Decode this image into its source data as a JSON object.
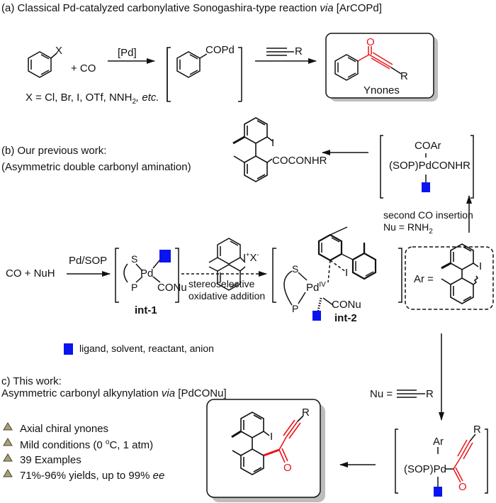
{
  "panel_a": {
    "title": "(a) Classical Pd-catalyzed carbonylative Sonogashira-type reaction ",
    "title_via": "via",
    "title_end": " [ArCOPd]",
    "aryl_substituent": "X",
    "plus_co": "+  CO",
    "catalyst_label": "[Pd]",
    "intermediate_label": "COPd",
    "alkyne_r": "R",
    "product_r": "R",
    "product_o": "O",
    "product_name": "Ynones",
    "x_definition": "X = Cl, Br, I, OTf, NNH",
    "x_def_sub": "2",
    "x_def_etc": ", etc."
  },
  "panel_b": {
    "title_line1": "(b) Our previous work:",
    "title_line2": "(Asymmetric double carbonyl amination)",
    "product_iodo": "I",
    "product_group": "COCONHR",
    "complex_top": "COAr",
    "complex_main": "(SOP)PdCONHR",
    "step_label_1": "second CO insertion",
    "step_label_2": "Nu = RNH",
    "step_label_2_sub": "2"
  },
  "mechanism": {
    "reactants": "CO + NuH",
    "catalyst": "Pd/SOP",
    "int1_s": "S",
    "int1_p": "P",
    "int1_pd": "Pd",
    "int1_conu": "CONu",
    "int1_label": "int-1",
    "iodonium_i": "I",
    "iodonium_plus": "+",
    "iodonium_x": "X",
    "iodonium_minus": "-",
    "oa_label_1": "stereoselective",
    "oa_label_2": "oxidative addition",
    "int2_s": "S",
    "int2_p": "P",
    "int2_pd": "Pd",
    "int2_ox": "IV",
    "int2_i": "I",
    "int2_conu": "CONu",
    "int2_label": "int-2",
    "ar_def": "Ar =",
    "ar_iodo": "I",
    "legend": "ligand, solvent, reactant, anion"
  },
  "panel_c": {
    "title_line1": "c) This work:",
    "title_line2": "Asymmetric carbonyl alkynylation ",
    "title_via": "via",
    "title_end": " [PdCONu]",
    "bullets": [
      {
        "text": "Axial chiral ynones"
      },
      {
        "text": "Mild conditions (0 ",
        "sup": "o",
        "text2": "C, 1 atm)"
      },
      {
        "text": "39 Examples"
      },
      {
        "text": "71%-96% yields, up to 99% ",
        "italic": "ee"
      }
    ],
    "nu_def": "Nu =",
    "nu_r": "R",
    "complex_ar": "Ar",
    "complex_main": "(SOP)Pd",
    "complex_o": "O",
    "complex_r": "R",
    "product_iodo": "I",
    "product_r": "R",
    "product_o": "O"
  },
  "colors": {
    "highlight_bond": "#e8151b",
    "placeholder_square": "#0a14f0",
    "bullet_fill": "#a7a17a",
    "box_shadow": "#bdbdbd"
  }
}
